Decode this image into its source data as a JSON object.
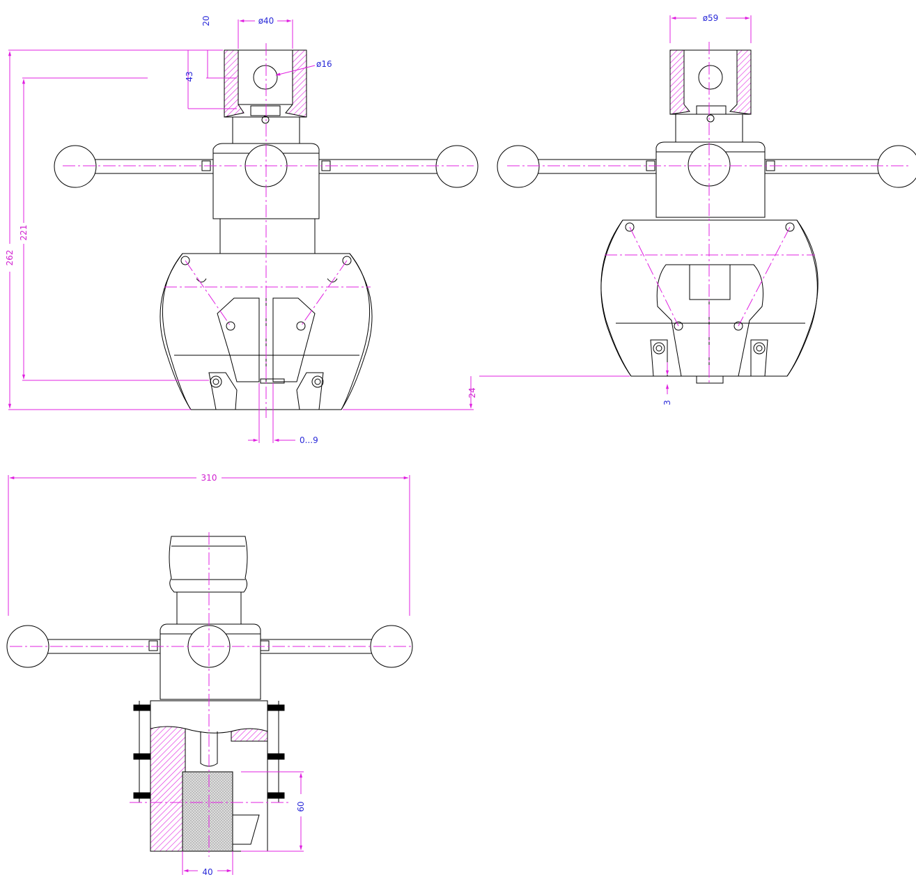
{
  "colors": {
    "outline": "#000000",
    "dimension_line": "#e020e0",
    "dimension_text": "#2a2ad8",
    "dimension_text_alt": "#d020d0",
    "hatch": "#e020e0",
    "insert_fill": "#d8d8d8"
  },
  "front_view": {
    "dim_top_offset": "20",
    "dim_bore_diameter": "ø40",
    "dim_hole_diameter": "ø16",
    "dim_hole_height": "43",
    "dim_height_total": "262",
    "dim_height_inner": "221",
    "dim_jaw_gap": "0...9",
    "dim_jaw_protrusion": "24"
  },
  "side_view": {
    "dim_bore_diameter": "ø59",
    "dim_jaw_offset": "3"
  },
  "section_view": {
    "dim_handle_span": "310",
    "dim_insert_height": "60",
    "dim_insert_width": "40"
  }
}
